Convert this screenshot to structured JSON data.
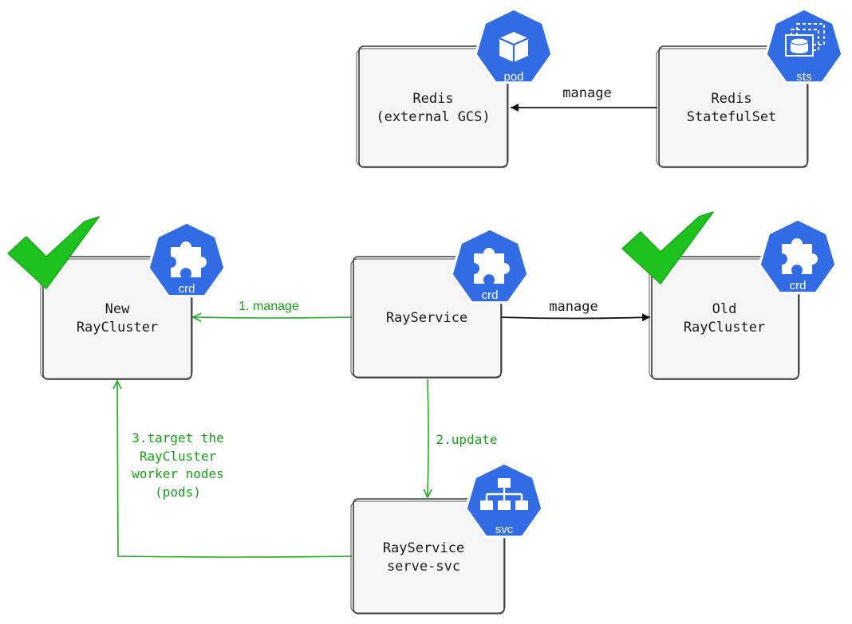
{
  "nodes": {
    "redis_pod": {
      "lines": [
        "Redis",
        "(external GCS)"
      ],
      "badge": "pod",
      "icon": "cube-icon"
    },
    "redis_sts": {
      "lines": [
        "Redis",
        "StatefulSet"
      ],
      "badge": "sts",
      "icon": "statefulset-icon"
    },
    "new_raycluster": {
      "lines": [
        "New",
        "RayCluster"
      ],
      "badge": "crd",
      "icon": "puzzle-icon",
      "checked": true
    },
    "rayservice": {
      "lines": [
        "RayService"
      ],
      "badge": "crd",
      "icon": "puzzle-icon"
    },
    "old_raycluster": {
      "lines": [
        "Old",
        "RayCluster"
      ],
      "badge": "crd",
      "icon": "puzzle-icon",
      "checked": true
    },
    "serve_svc": {
      "lines": [
        "RayService",
        "serve-svc"
      ],
      "badge": "svc",
      "icon": "network-icon"
    }
  },
  "edges": {
    "sts_to_redis": "manage",
    "rayservice_to_new": "1. manage",
    "rayservice_to_old": "manage",
    "rayservice_to_svc": "2.update",
    "svc_to_new": [
      "3.target the",
      "RayCluster",
      "worker nodes",
      "(pods)"
    ]
  },
  "colors": {
    "k8s_blue": "#326ce5",
    "check_green": "#1ec21e",
    "edge_green": "#22aa22",
    "box_fill": "#f5f5f5"
  }
}
